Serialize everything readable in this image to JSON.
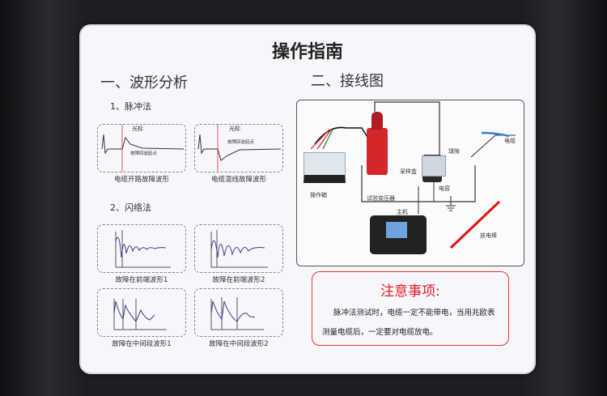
{
  "title": "操作指南",
  "section1": {
    "heading": "一、波形分析",
    "pulse": {
      "heading": "1、脉冲法",
      "waves": [
        {
          "caption": "电缆开路故障波形",
          "cursor": "光标",
          "echo": "故障回波起点"
        },
        {
          "caption": "电缆混线故障波形",
          "cursor": "光标",
          "echo": "故障回波起点"
        }
      ]
    },
    "flash": {
      "heading": "2、闪络法",
      "waves": [
        {
          "caption": "故障在前端波形1"
        },
        {
          "caption": "故障在前端波形2"
        },
        {
          "caption": "故障在中间段波形1"
        },
        {
          "caption": "故障在中间段波形2"
        }
      ]
    }
  },
  "section2": {
    "heading": "二、接线图",
    "labels": {
      "console": "操作箱",
      "transformer": "试验变压器",
      "sampler": "采样盒",
      "capacitor": "电容",
      "gap": "球隙",
      "cable": "电缆",
      "host": "主机",
      "discharge": "放电棒"
    }
  },
  "notice": {
    "title": "注意事项:",
    "line1": "脉冲法测试时，电缆一定不能带电，当用兆欧表",
    "line2": "测量电缆后，一定要对电缆放电。"
  },
  "colors": {
    "accent": "#e41e26"
  }
}
